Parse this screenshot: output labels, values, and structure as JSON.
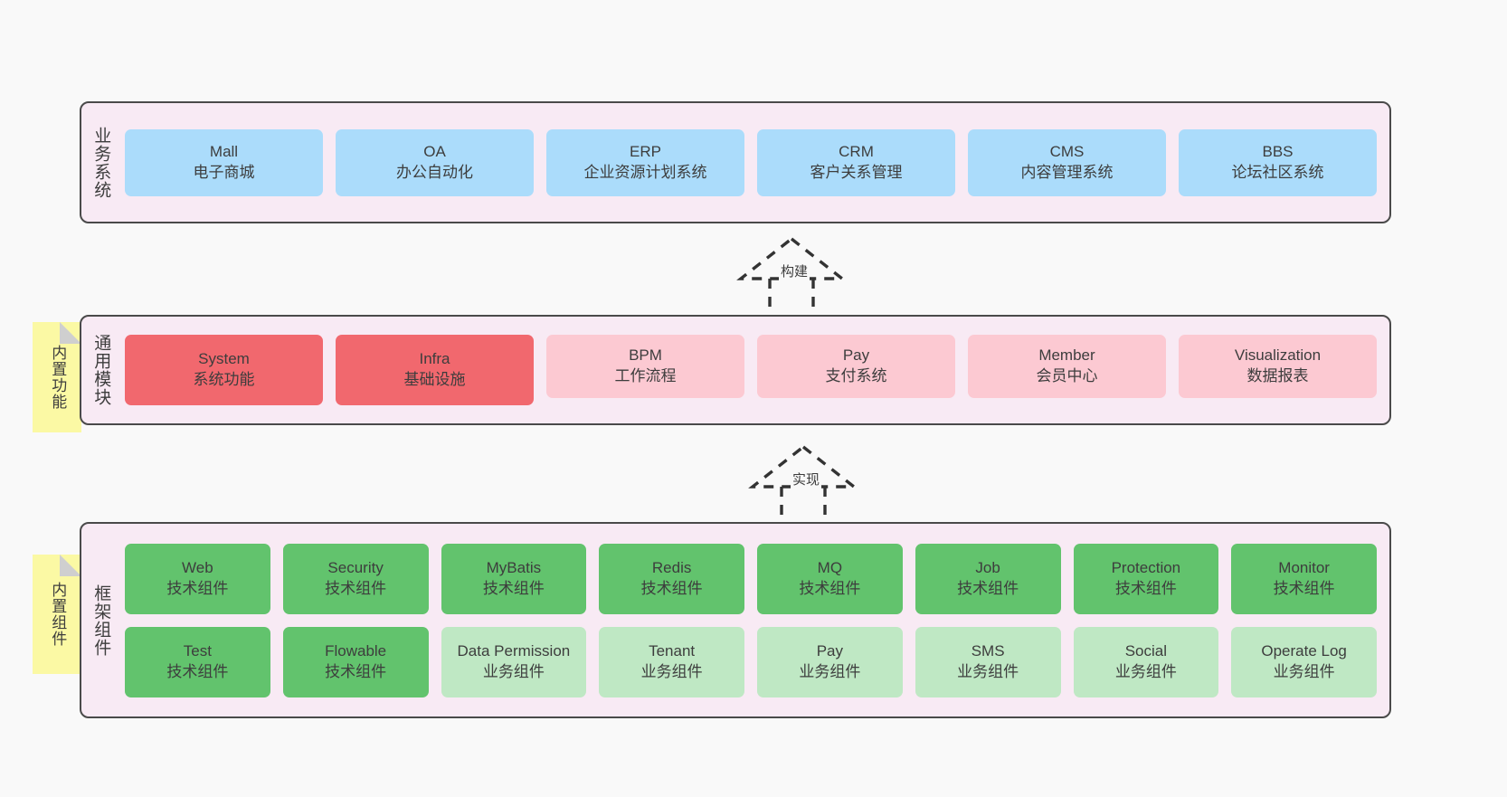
{
  "diagram": {
    "background_color": "#f9f9f9",
    "panel_color": "#f8eaf4",
    "note_color": "#fbf9a4",
    "colors": {
      "blue": "#abdcfb",
      "red": "#f1686e",
      "pink": "#fcc9d2",
      "green": "#62c36d",
      "light_green": "#bfe8c4"
    }
  },
  "layers": [
    {
      "title": "业务系统",
      "rows": [
        [
          {
            "name": "Mall",
            "sub": "电子商城",
            "color": "blue"
          },
          {
            "name": "OA",
            "sub": "办公自动化",
            "color": "blue"
          },
          {
            "name": "ERP",
            "sub": "企业资源计划系统",
            "color": "blue"
          },
          {
            "name": "CRM",
            "sub": "客户关系管理",
            "color": "blue"
          },
          {
            "name": "CMS",
            "sub": "内容管理系统",
            "color": "blue"
          },
          {
            "name": "BBS",
            "sub": "论坛社区系统",
            "color": "blue"
          }
        ]
      ]
    },
    {
      "title": "通用模块",
      "note": "内置功能",
      "rows": [
        [
          {
            "name": "System",
            "sub": "系统功能",
            "color": "red"
          },
          {
            "name": "Infra",
            "sub": "基础设施",
            "color": "red"
          },
          {
            "name": "BPM",
            "sub": "工作流程",
            "color": "pink"
          },
          {
            "name": "Pay",
            "sub": "支付系统",
            "color": "pink"
          },
          {
            "name": "Member",
            "sub": "会员中心",
            "color": "pink"
          },
          {
            "name": "Visualization",
            "sub": "数据报表",
            "color": "pink"
          }
        ]
      ]
    },
    {
      "title": "框架组件",
      "note": "内置组件",
      "rows": [
        [
          {
            "name": "Web",
            "sub": "技术组件",
            "color": "green"
          },
          {
            "name": "Security",
            "sub": "技术组件",
            "color": "green"
          },
          {
            "name": "MyBatis",
            "sub": "技术组件",
            "color": "green"
          },
          {
            "name": "Redis",
            "sub": "技术组件",
            "color": "green"
          },
          {
            "name": "MQ",
            "sub": "技术组件",
            "color": "green"
          },
          {
            "name": "Job",
            "sub": "技术组件",
            "color": "green"
          },
          {
            "name": "Protection",
            "sub": "技术组件",
            "color": "green"
          },
          {
            "name": "Monitor",
            "sub": "技术组件",
            "color": "green"
          }
        ],
        [
          {
            "name": "Test",
            "sub": "技术组件",
            "color": "green"
          },
          {
            "name": "Flowable",
            "sub": "技术组件",
            "color": "green"
          },
          {
            "name": "Data Permission",
            "sub": "业务组件",
            "color": "light_green",
            "wrap": true
          },
          {
            "name": "Tenant",
            "sub": "业务组件",
            "color": "light_green"
          },
          {
            "name": "Pay",
            "sub": "业务组件",
            "color": "light_green"
          },
          {
            "name": "SMS",
            "sub": "业务组件",
            "color": "light_green"
          },
          {
            "name": "Social",
            "sub": "业务组件",
            "color": "light_green"
          },
          {
            "name": "Operate Log",
            "sub": "业务组件",
            "color": "light_green"
          }
        ]
      ]
    }
  ],
  "connectors": [
    {
      "label": "构建",
      "from": "通用模块",
      "to": "业务系统"
    },
    {
      "label": "实现",
      "from": "框架组件",
      "to": "通用模块"
    }
  ]
}
